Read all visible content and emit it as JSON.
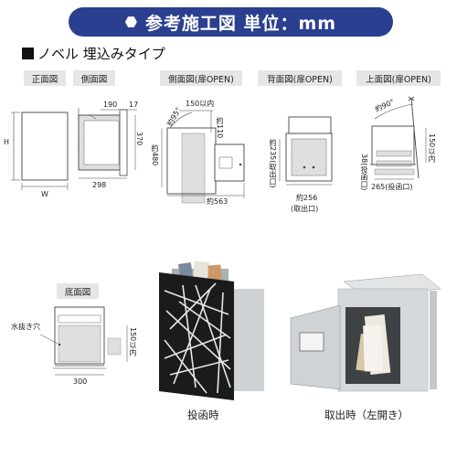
{
  "header": {
    "title": "参考施工図 単位：mm"
  },
  "subtitle": "ノベル 埋込みタイプ",
  "views": {
    "front": "正面図",
    "side": "側面図",
    "side_open": "側面図(扉OPEN)",
    "back_open": "背面図(扉OPEN)",
    "top_open": "上面図(扉OPEN)",
    "bottom": "底面図"
  },
  "dims": {
    "front_h": "H",
    "front_w": "W",
    "side_190": "190",
    "side_17": "17",
    "side_370": "370",
    "side_298": "298",
    "open_150": "150以内",
    "open_angle": "約95°",
    "open_110": "約110",
    "open_480": "約480",
    "open_563": "約563",
    "back_235": "約235(取出口)",
    "back_256": "約256",
    "back_takeout": "(取出口)",
    "top_angle": "約90°",
    "top_150": "150以内",
    "top_38": "38(投函口)",
    "top_265": "265(投函口)",
    "bottom_drain": "水抜き穴",
    "bottom_150": "150以内",
    "bottom_300": "300"
  },
  "captions": {
    "insert": "投函時",
    "takeout": "取出時（左開き）"
  },
  "colors": {
    "header_bg": "#2b3f90",
    "label_bg": "#e6e6e6",
    "hatch_gray": "#d9d9d9"
  }
}
